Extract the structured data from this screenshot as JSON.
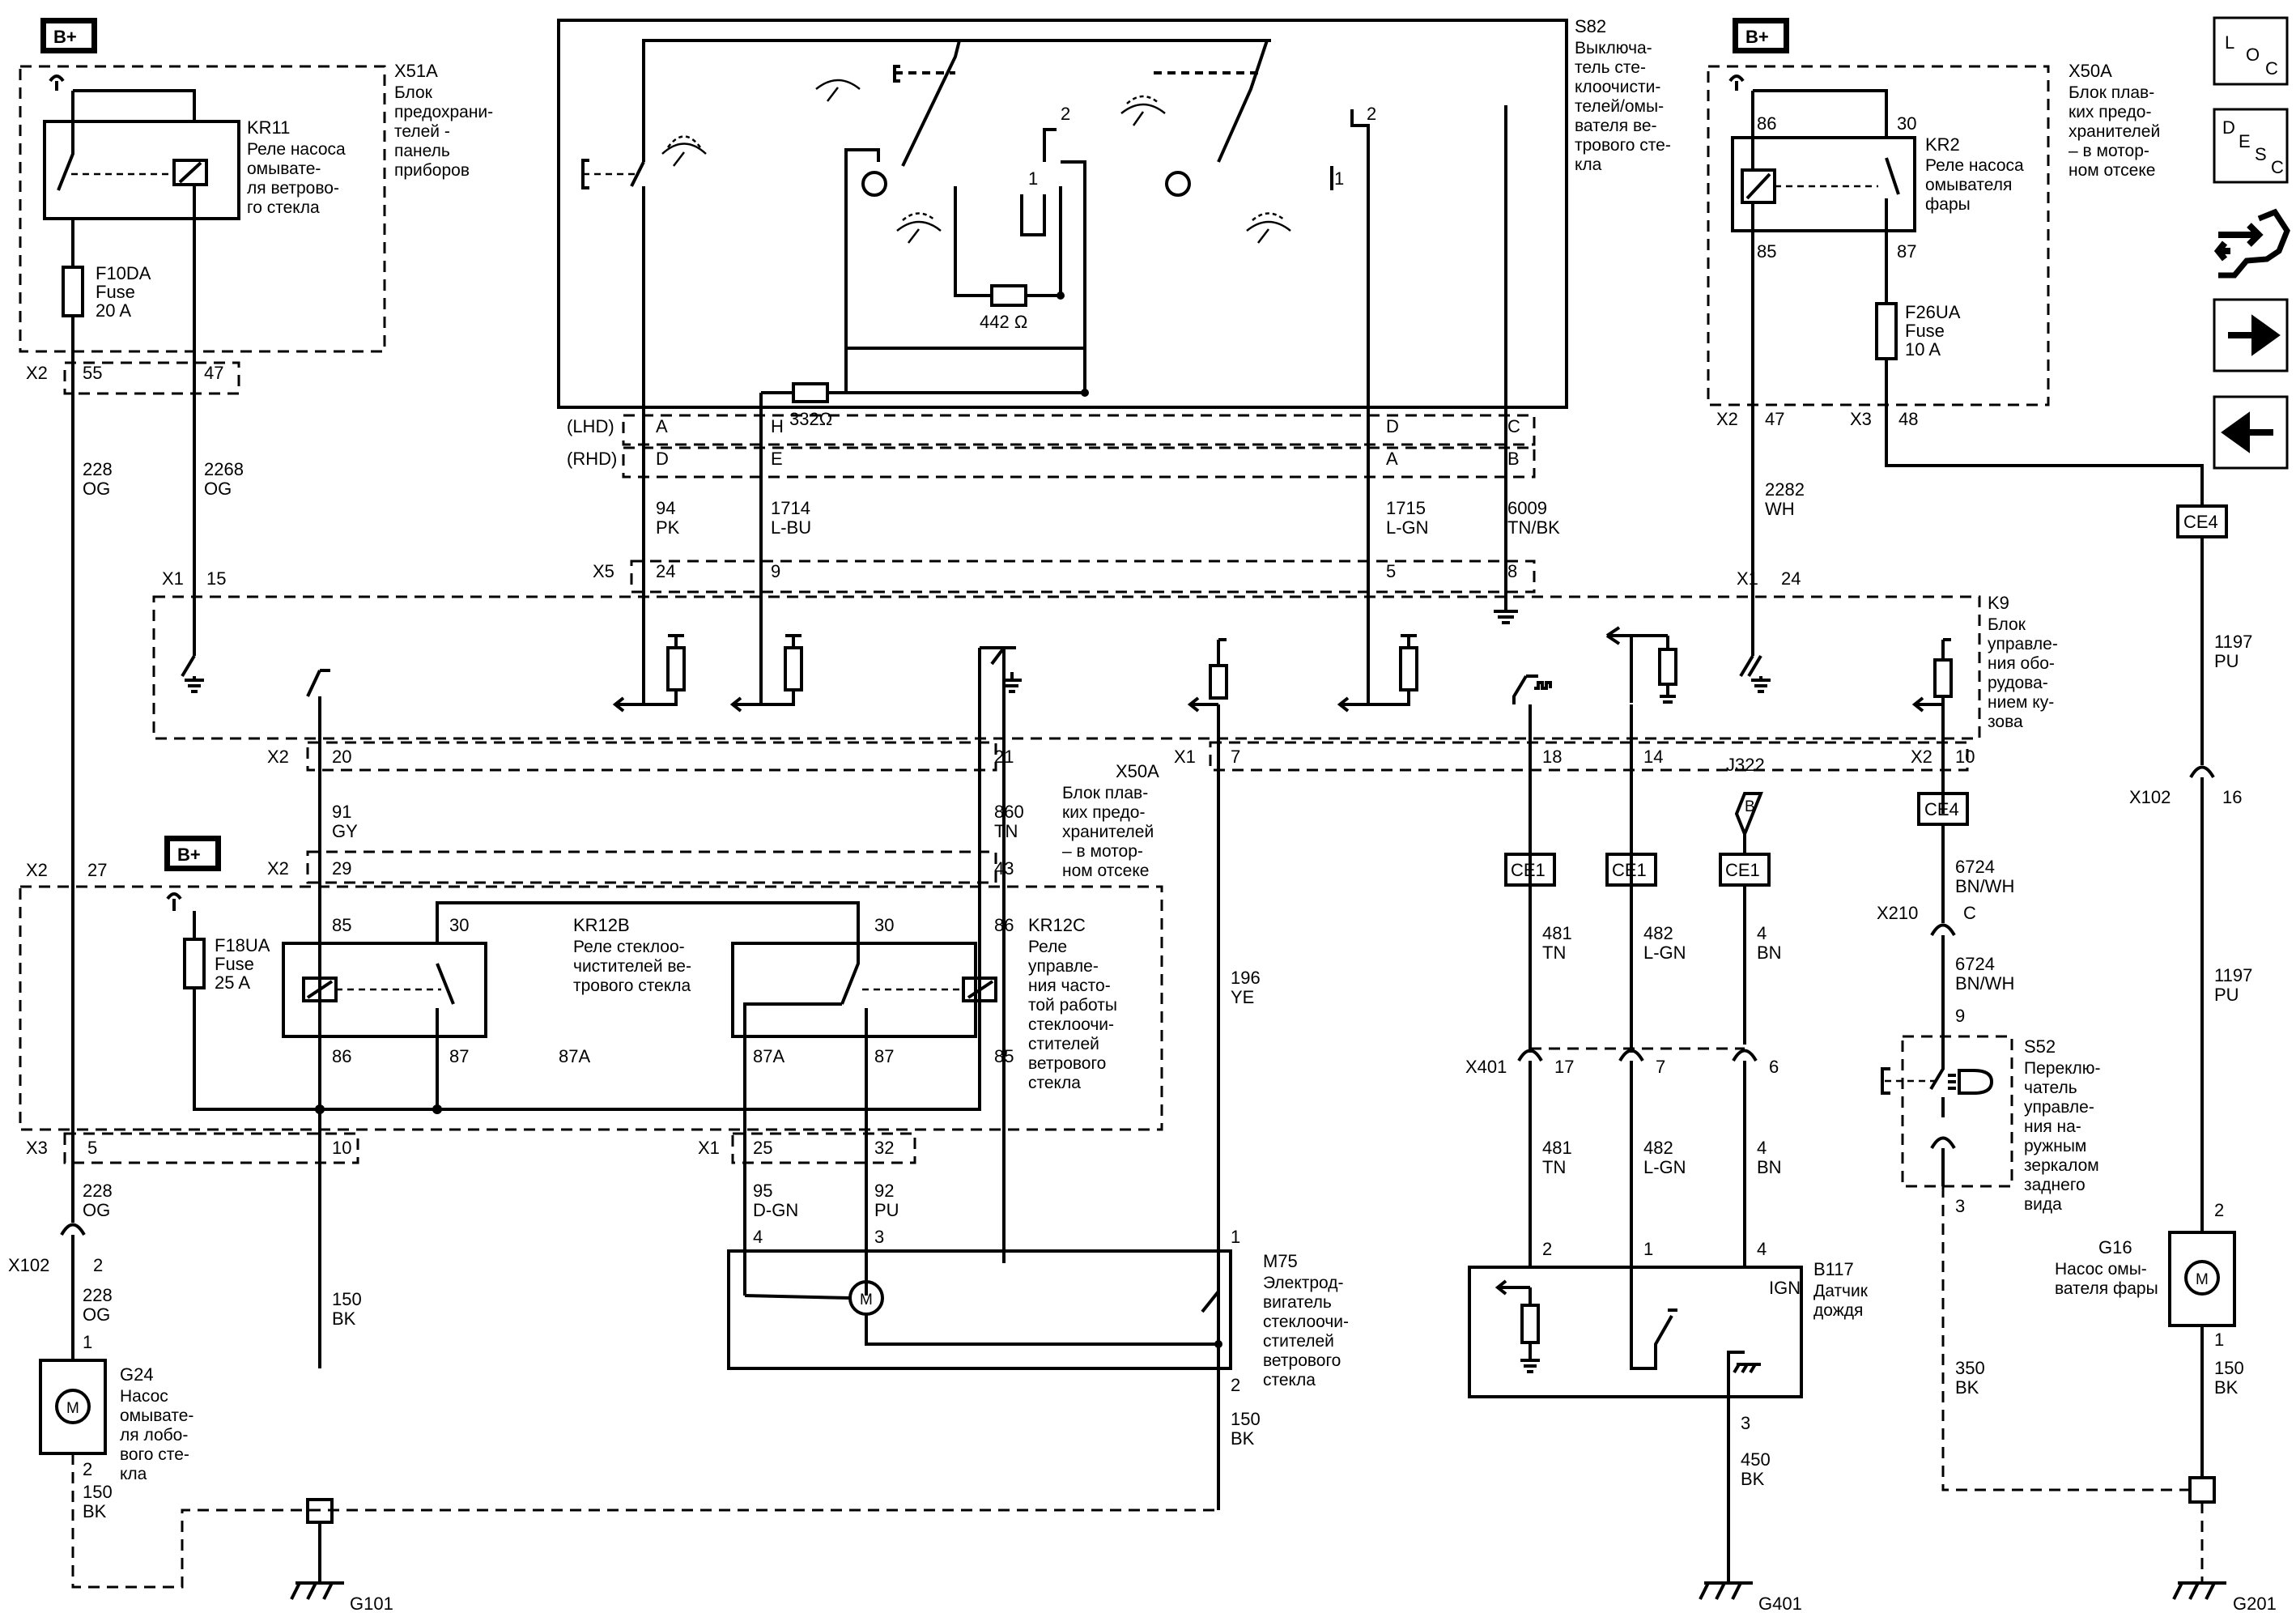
{
  "power_labels": [
    "B+",
    "B+",
    "B+"
  ],
  "nav": {
    "loc": [
      "L",
      "O",
      "C"
    ],
    "desc": [
      "D",
      "E",
      "S",
      "C"
    ]
  },
  "x51a": {
    "id": "X51A",
    "desc": [
      "Блок",
      "предохрани-",
      "телей -",
      "панель",
      "приборов"
    ],
    "relay_id": "KR11",
    "relay_desc": [
      "Реле насоса",
      "омывате-",
      "ля ветрово-",
      "го стекла"
    ],
    "fuse_id": "F10DA",
    "fuse_word": "Fuse",
    "fuse_rating": "20 A"
  },
  "s82": {
    "id": "S82",
    "desc": [
      "Выключа-",
      "тель сте-",
      "клоочисти-",
      "телей/омы-",
      "вателя ве-",
      "трового сте-",
      "кла"
    ],
    "res1": "442 Ω",
    "res2": "332Ω",
    "pos1": "1",
    "pos2": "2",
    "lhd": "(LHD)",
    "rhd": "(RHD)",
    "lhd_pins": [
      "A",
      "H",
      "D",
      "C"
    ],
    "rhd_pins": [
      "D",
      "E",
      "A",
      "B"
    ]
  },
  "x50a_top": {
    "id": "X50A",
    "desc": [
      "Блок плав-",
      "ких предо-",
      "хранителей",
      "– в мотор-",
      "ном отсеке"
    ],
    "relay_id": "KR2",
    "relay_desc": [
      "Реле насоса",
      "омывателя",
      "фары"
    ],
    "fuse_id": "F26UA",
    "fuse_word": "Fuse",
    "fuse_rating": "10 A",
    "pins": [
      "86",
      "30",
      "85",
      "87"
    ]
  },
  "k9": {
    "id": "K9",
    "desc": [
      "Блок",
      "управле-",
      "ния обо-",
      "рудова-",
      "нием ку-",
      "зова"
    ]
  },
  "wires": [
    {
      "num": "228",
      "color": "OG"
    },
    {
      "num": "2268",
      "color": "OG"
    },
    {
      "num": "94",
      "color": "PK"
    },
    {
      "num": "1714",
      "color": "L-BU"
    },
    {
      "num": "1715",
      "color": "L-GN"
    },
    {
      "num": "6009",
      "color": "TN/BK"
    },
    {
      "num": "2282",
      "color": "WH"
    },
    {
      "num": "1197",
      "color": "PU"
    },
    {
      "num": "91",
      "color": "GY"
    },
    {
      "num": "860",
      "color": "TN"
    },
    {
      "num": "196",
      "color": "YE"
    },
    {
      "num": "481",
      "color": "TN"
    },
    {
      "num": "482",
      "color": "L-GN"
    },
    {
      "num": "4",
      "color": "BN"
    },
    {
      "num": "6724",
      "color": "BN/WH"
    },
    {
      "num": "228",
      "color": "OG"
    },
    {
      "num": "150",
      "color": "BK"
    },
    {
      "num": "95",
      "color": "D-GN"
    },
    {
      "num": "92",
      "color": "PU"
    },
    {
      "num": "150",
      "color": "BK"
    },
    {
      "num": "150",
      "color": "BK"
    },
    {
      "num": "481",
      "color": "TN"
    },
    {
      "num": "482",
      "color": "L-GN"
    },
    {
      "num": "4",
      "color": "BN"
    },
    {
      "num": "450",
      "color": "BK"
    },
    {
      "num": "350",
      "color": "BK"
    },
    {
      "num": "150",
      "color": "BK"
    },
    {
      "num": "228",
      "color": "OG"
    },
    {
      "num": "6724",
      "color": "BN/WH"
    },
    {
      "num": "1197",
      "color": "PU"
    }
  ],
  "connectors": {
    "x2": "X2",
    "x3": "X3",
    "x1": "X1",
    "x5": "X5",
    "x102": "X102",
    "x401": "X401",
    "x210": "X210",
    "p55": "55",
    "p47": "47",
    "p48": "48",
    "p15": "15",
    "p24": "24",
    "p9": "9",
    "p5": "5",
    "p8": "8",
    "p20": "20",
    "p21": "21",
    "p7": "7",
    "p18": "18",
    "p14": "14",
    "p10": "10",
    "p16": "16",
    "p27": "27",
    "p29": "29",
    "p43": "43",
    "p25": "25",
    "p32": "32",
    "p17": "17",
    "p6": "6",
    "pc": "C",
    "p2": "2",
    "p1": "1",
    "p3": "3",
    "p4": "4",
    "p9b": "9",
    "p10b": "10",
    "p5b": "5"
  },
  "x50a_mid": {
    "id": "X50A",
    "desc": [
      "Блок плав-",
      "ких предо-",
      "хранителей",
      "– в мотор-",
      "ном отсеке"
    ]
  },
  "kr12b": {
    "id": "KR12B",
    "desc": [
      "Реле стеклоо-",
      "чистителей ве-",
      "трового стекла"
    ],
    "pins": [
      "85",
      "30",
      "86",
      "87",
      "87A"
    ]
  },
  "kr12c": {
    "id": "KR12C",
    "desc": [
      "Реле",
      "управле-",
      "ния часто-",
      "той работы",
      "стеклоочи-",
      "стителей",
      "ветрового",
      "стекла"
    ],
    "pins": [
      "30",
      "86",
      "87A",
      "87",
      "85"
    ]
  },
  "f18ua": {
    "id": "F18UA",
    "word": "Fuse",
    "rating": "25 A"
  },
  "ce": [
    "CE1",
    "CE1",
    "CE1",
    "CE4",
    "CE4"
  ],
  "j322": {
    "id": "J322",
    "letter": "B"
  },
  "m75": {
    "id": "M75",
    "desc": [
      "Электрод-",
      "вигатель",
      "стеклоочи-",
      "стителей",
      "ветрового",
      "стекла"
    ]
  },
  "b117": {
    "id": "B117",
    "desc": [
      "Датчик",
      "дождя"
    ],
    "ign": "IGN"
  },
  "s52": {
    "id": "S52",
    "desc": [
      "Переклю-",
      "чатель",
      "управле-",
      "ния на-",
      "ружным",
      "зеркалом",
      "заднего",
      "вида"
    ]
  },
  "g24": {
    "id": "G24",
    "desc": [
      "Насос",
      "омывате-",
      "ля лобо-",
      "вого сте-",
      "кла"
    ]
  },
  "g16": {
    "id": "G16",
    "desc": [
      "Насос омы-",
      "вателя фары"
    ]
  },
  "grounds": [
    "G101",
    "G401",
    "G201"
  ],
  "motor_symbol": "M"
}
